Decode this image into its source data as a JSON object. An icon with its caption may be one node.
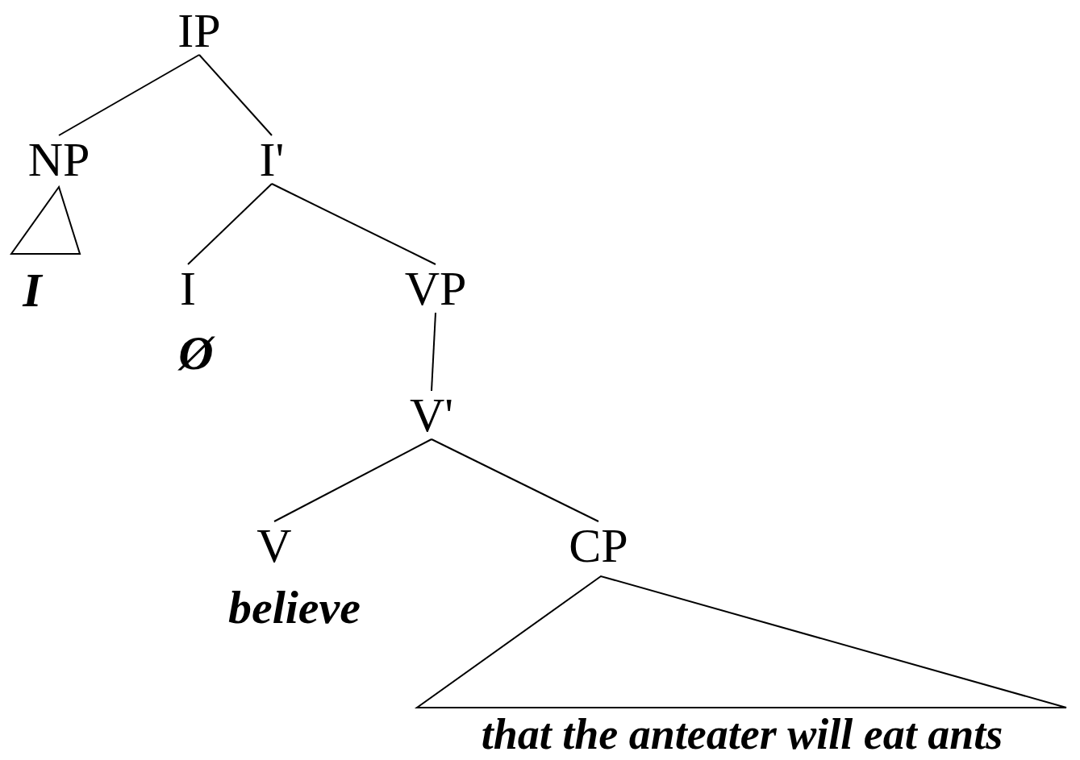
{
  "diagram": {
    "nodes": [
      {
        "text": [
          "IP"
        ]
      },
      {
        "text": [
          "NP"
        ]
      },
      {
        "text": [
          "I'"
        ]
      },
      {
        "text": [
          "I"
        ]
      },
      {
        "text": [
          "I",
          "Ø"
        ]
      },
      {
        "text": [
          "VP"
        ]
      },
      {
        "text": [
          "V'"
        ]
      },
      {
        "text": [
          "V",
          "believe"
        ]
      },
      {
        "text": [
          "CP"
        ]
      },
      {
        "text": [
          "that the anteater will eat ants"
        ]
      }
    ],
    "edges": [
      {
        "from": 0,
        "to": 1,
        "arrow": "none"
      },
      {
        "from": 0,
        "to": 2,
        "arrow": "none"
      },
      {
        "from": 2,
        "to": 4,
        "arrow": "none"
      },
      {
        "from": 2,
        "to": 5,
        "arrow": "none"
      },
      {
        "from": 5,
        "to": 6,
        "arrow": "none"
      },
      {
        "from": 6,
        "to": 7,
        "arrow": "none"
      },
      {
        "from": 6,
        "to": 8,
        "arrow": "none"
      }
    ]
  }
}
